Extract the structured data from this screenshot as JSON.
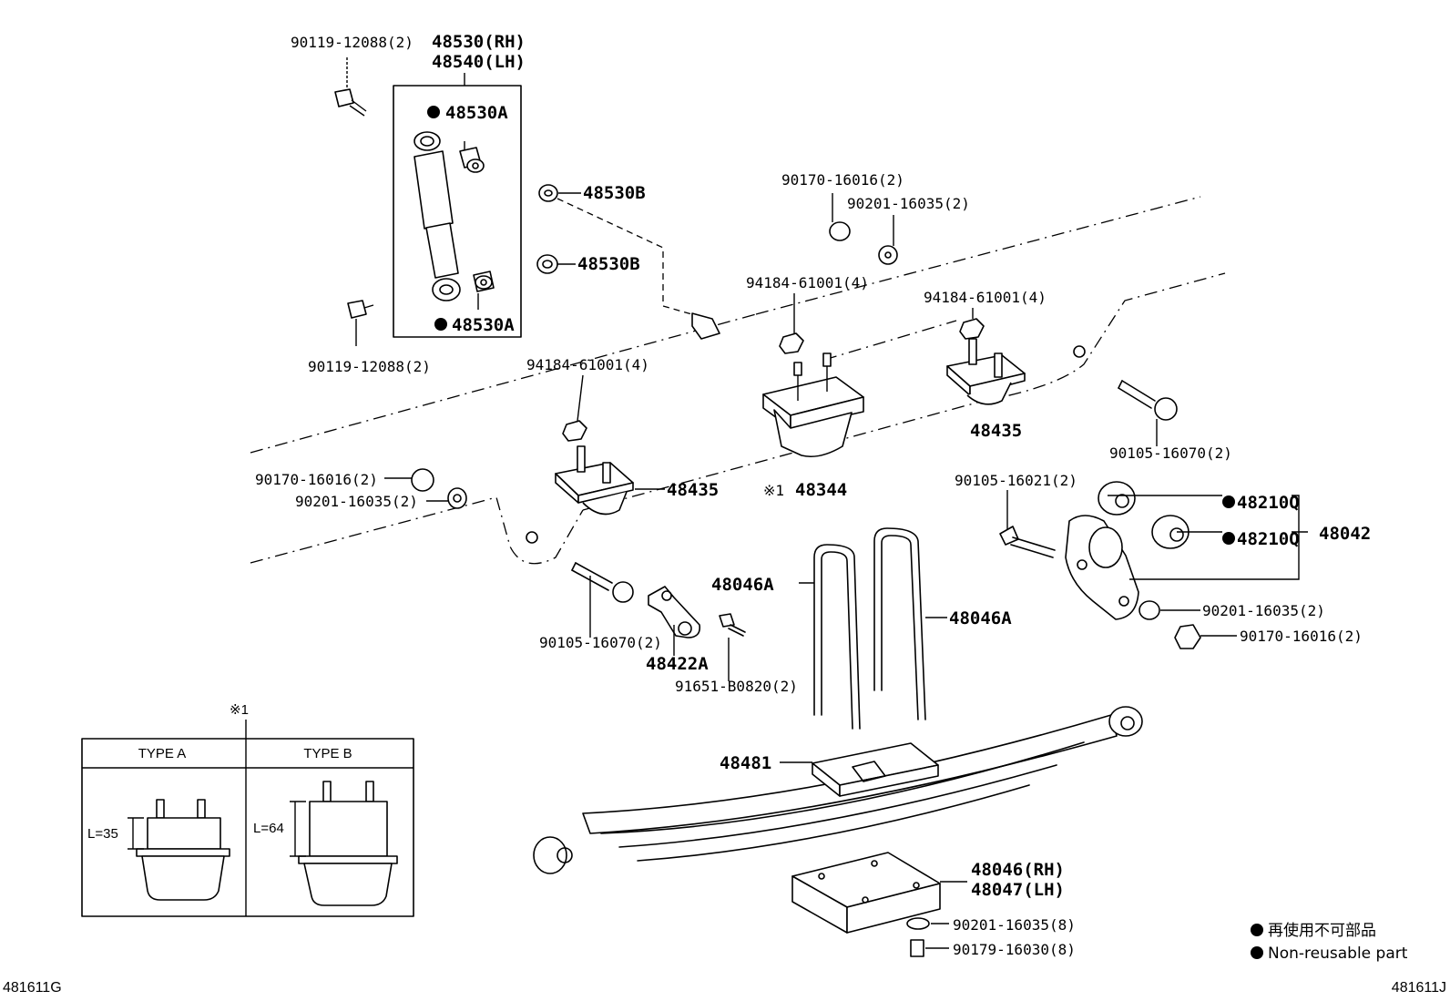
{
  "diagram_id_left": "481611G",
  "diagram_id_right": "481611J",
  "parts": {
    "bolt_top_a": "90119-12088(2)",
    "shock_rh": "48530(RH)",
    "shock_lh": "48540(LH)",
    "bushing_a_top": "48530A",
    "bushing_a_bottom": "48530A",
    "bushing_b_top": "48530B",
    "bushing_b_mid": "48530B",
    "bolt_top_b": "90119-12088(2)",
    "nut_top": "90170-16016(2)",
    "washer_top": "90201-16035(2)",
    "nut_mid_a": "94184-61001(4)",
    "nut_mid_b": "94184-61001(4)",
    "nut_left": "94184-61001(4)",
    "bracket_right": "48435",
    "bracket_left": "48435",
    "bumper": "48344",
    "bumper_note": "※1",
    "bolt_right": "90105-16070(2)",
    "bolt_shackle": "90105-16021(2)",
    "bushing_q_top": "48210Q",
    "bushing_q_bottom": "48210Q",
    "shackle": "48042",
    "washer_shackle": "90201-16035(2)",
    "nut_shackle": "90170-16016(2)",
    "nut_left2": "90170-16016(2)",
    "washer_left": "90201-16035(2)",
    "ubolt_left": "48046A",
    "ubolt_right": "48046A",
    "bolt_left": "90105-16070(2)",
    "bracket_small": "48422A",
    "bolt_small": "91651-B0820(2)",
    "spacer": "48481",
    "seat_rh": "48046(RH)",
    "seat_lh": "48047(LH)",
    "washer_bottom": "90201-16035(8)",
    "nut_bottom": "90179-16030(8)"
  },
  "inset": {
    "mark": "※1",
    "type_a": "TYPE A",
    "type_b": "TYPE B",
    "dim_a": "L=35",
    "dim_b": "L=64"
  },
  "legend": {
    "jp": "再使用不可部品",
    "en": "Non-reusable part"
  }
}
